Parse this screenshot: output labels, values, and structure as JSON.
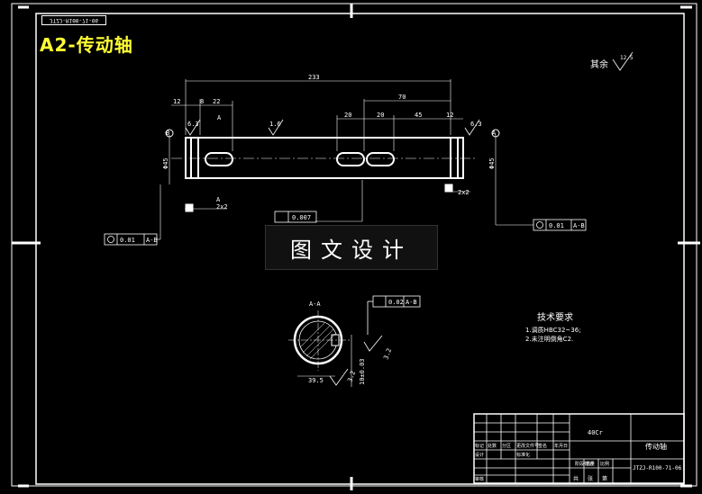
{
  "drawing": {
    "title": "A2-传动轴",
    "code_tag": "JTZJ-R100-71-06",
    "watermark": "图文设计",
    "surface_note": "其余",
    "surface_default": "12.5"
  },
  "dimensions": {
    "overall": "233",
    "d12a": "12",
    "d8": "8",
    "d22": "22",
    "d70": "70",
    "d20a": "20",
    "d20b": "20",
    "d45": "45",
    "d12b": "12",
    "dia_left": "Φ45",
    "dia_right": "Φ45",
    "rough_6_3a": "6.3",
    "rough_6_3b": "6.3",
    "rough_1_6": "1.6",
    "rough_3_2a": "3.2",
    "rough_3_2b": "3.2",
    "chamfer_left": "2x2",
    "chamfer_right": "2x2",
    "section_a": "A",
    "section_a2": "A",
    "section_label": "A-A",
    "key_width": "10±0.03",
    "key_depth": "39.5",
    "datum_b": "B",
    "datum_a": "A"
  },
  "tolerances": {
    "cyl": "0.007",
    "runout_left_val": "0.01",
    "runout_left_ref": "A-B",
    "runout_right_val": "0.01",
    "runout_right_ref": "A-B",
    "sym_val": "0.02",
    "sym_ref": "A-B"
  },
  "tech_req": {
    "heading": "技术要求",
    "line1": "1.调质HBC32~36;",
    "line2": "2.未注明倒角C2."
  },
  "title_block": {
    "material": "40Cr",
    "part_name": "传动轴",
    "drawing_no": "JTZJ-R100-71-06",
    "cell_biaoji": "标记",
    "cell_chushu": "处数",
    "cell_fenqu": "分区",
    "cell_gengwen": "更改文件号",
    "cell_qianming": "签名",
    "cell_nianyueri": "年月日",
    "cell_biaozhunhua": "标准化",
    "cell_jieduan": "阶段标记",
    "cell_zhong": "重量",
    "cell_bili": "比例",
    "cell_gong": "共",
    "cell_zhang": "张",
    "cell_di": "第",
    "cell_sheji": "设计",
    "cell_shenhe": "审核"
  }
}
